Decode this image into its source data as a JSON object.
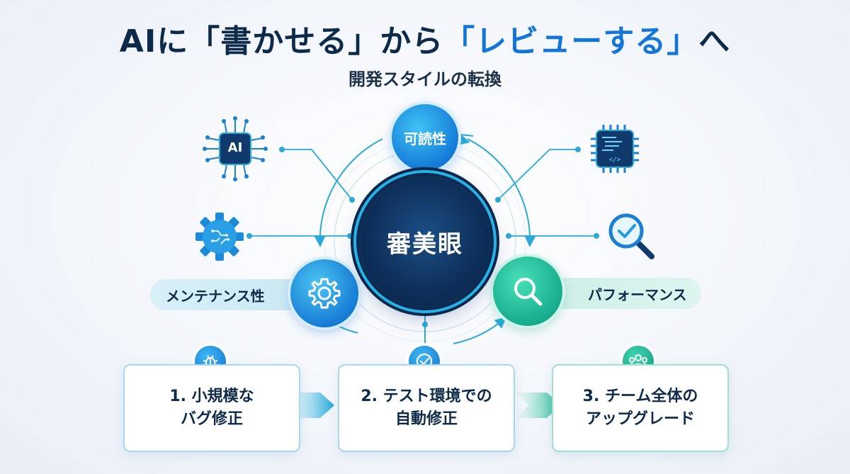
{
  "title": {
    "prefix": "AIに",
    "open1": "「",
    "part1": "書かせる",
    "close1": "」",
    "middle": "から",
    "open2": "「",
    "part2": "レビューする",
    "close2": "」",
    "suffix": "へ"
  },
  "subtitle": "開発スタイルの転換",
  "center": {
    "label": "審美眼"
  },
  "nodes": {
    "readability": "可読性",
    "maintainability": "メンテナンス性",
    "performance": "パフォーマンス"
  },
  "icons": {
    "ai_chip_label": "AI",
    "top_left": "ai-chip-icon",
    "mid_left": "circuit-gear-icon",
    "top_right": "code-chip-icon",
    "mid_right": "magnify-check-icon"
  },
  "steps": [
    {
      "line1": "1. 小規模な",
      "line2": "バグ修正",
      "icon": "bug-icon"
    },
    {
      "line1": "2. テスト環境での",
      "line2": "自動修正",
      "icon": "check-icon"
    },
    {
      "line1": "3. チーム全体の",
      "line2": "アップグレード",
      "icon": "team-icon"
    }
  ],
  "colors": {
    "navy": "#0d2a4a",
    "blue": "#1475d8",
    "teal": "#13a98a",
    "cyan": "#27b2e8"
  }
}
